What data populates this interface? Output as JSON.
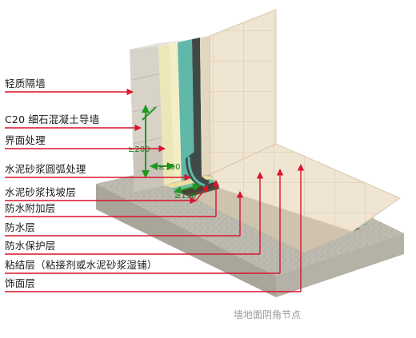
{
  "labels": [
    "轻质隔墙",
    "C20 细石混凝土导墙",
    "界面处理",
    "水泥砂浆圆弧处理",
    "水泥砂浆找坡层",
    "防水附加层",
    "防水层",
    "防水保护层",
    "粘结层（粘接剂或水泥砂浆湿铺）",
    "饰面层"
  ],
  "dimensions": {
    "wall_height": "≥200",
    "wall_width": "≥150",
    "floor_width": "≥150"
  },
  "caption": "墙地面阴角节点",
  "colors": {
    "leader": "#d9142b",
    "dimension": "#1f9a1f",
    "concrete": "#bdbab0",
    "wall_block": "#d2cec4",
    "tile": "#efe3d0",
    "waterproof_green": "#5fb8a8",
    "screed_dark": "#4a3f36",
    "mortar_yellow": "#ecdfa0"
  }
}
